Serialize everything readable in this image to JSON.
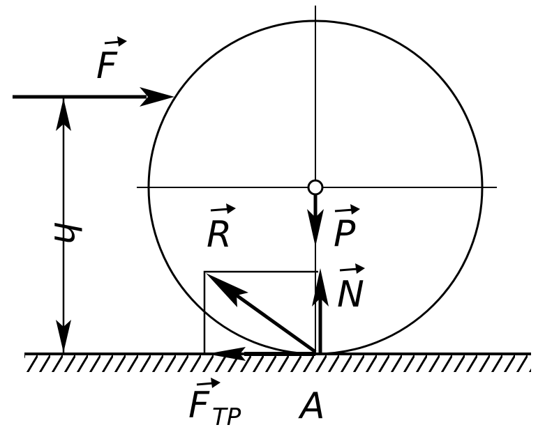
{
  "diagram": {
    "labels": {
      "force_applied": "F",
      "height": "h",
      "resultant": "R",
      "weight": "P",
      "normal": "N",
      "friction_base": "F",
      "friction_sub": "TP",
      "contact_point": "A"
    },
    "colors": {
      "ink": "#000000",
      "background": "#ffffff"
    }
  }
}
